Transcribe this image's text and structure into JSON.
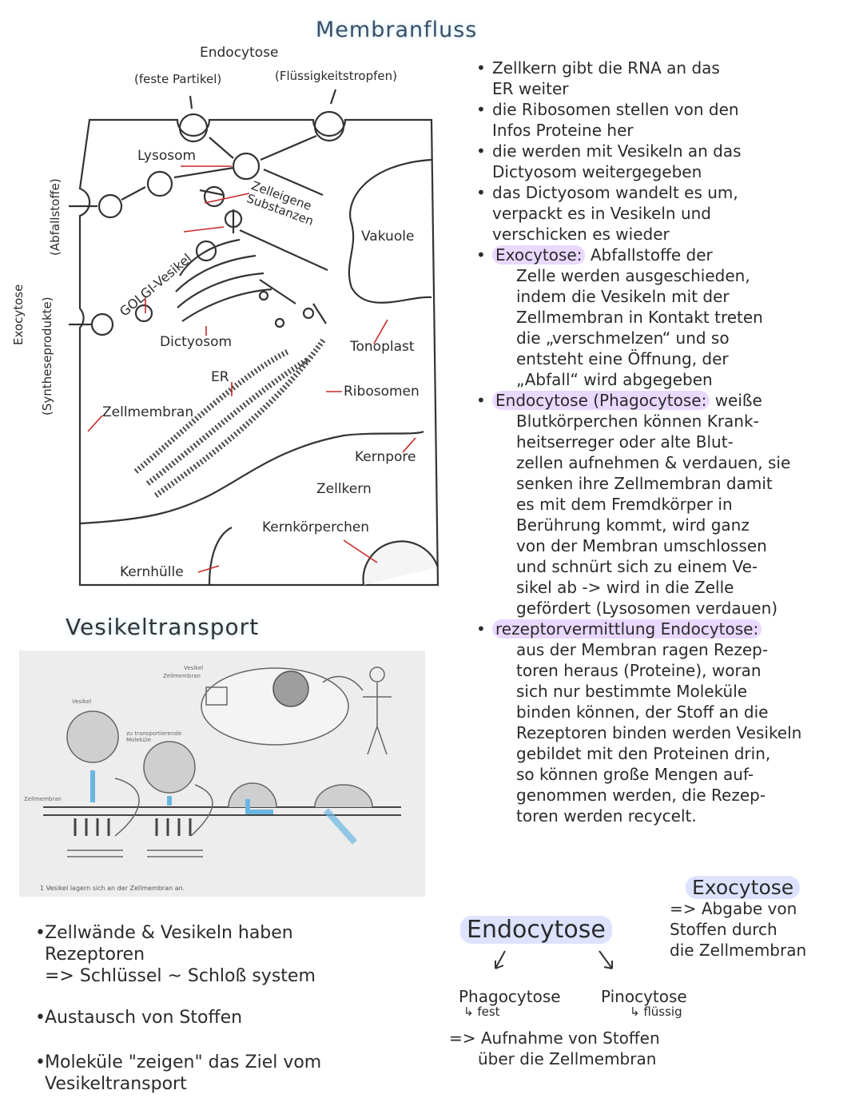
{
  "diagram": {
    "title": "Membranfluss",
    "labels": {
      "endocytose": "Endocytose",
      "feste": "(feste Partikel)",
      "fluessig": "(Flüssigkeitstropfen)",
      "lysosom": "Lysosom",
      "zelleigene": "Zelleigene\nSubstanzen",
      "vakuole": "Vakuole",
      "golgi": "GOLGI-Vesikel",
      "dictyosom": "Dictyosom",
      "tonoplast": "Tonoplast",
      "er": "ER",
      "ribosomen": "Ribosomen",
      "zellmembran": "Zellmembran",
      "kernpore": "Kernpore",
      "zellkern": "Zellkern",
      "kernkoerperchen": "Kernkörperchen",
      "kernhuelle": "Kernhülle",
      "abfallstoffe": "(Abfallstoffe)",
      "syntheseprodukte": "(Syntheseprodukte)",
      "exocytose": "Exocytose"
    }
  },
  "notes": [
    {
      "lines": [
        "Zellkern gibt die RNA an das",
        "ER weiter"
      ]
    },
    {
      "lines": [
        "die Ribosomen stellen von den",
        "Infos Proteine her"
      ]
    },
    {
      "lines": [
        "die werden mit Vesikeln an das",
        "Dictyosom weitergegeben"
      ]
    },
    {
      "lines": [
        "das Dictyosom wandelt es um,",
        "verpackt es in Vesikeln und",
        "verschicken es wieder"
      ]
    },
    {
      "term": "Exocytose:",
      "lines": [
        "Abfallstoffe der",
        "Zelle werden ausgeschieden,",
        "indem die Vesikeln mit der",
        "Zellmembran in Kontakt treten",
        "die „verschmelzen“ und so",
        "entsteht eine Öffnung, der",
        "„Abfall“ wird abgegeben"
      ]
    },
    {
      "term": "Endocytose (Phagocytose:",
      "lines": [
        "weiße",
        "Blutkörperchen können Krank-",
        "heitserreger oder alte Blut-",
        "zellen aufnehmen & verdauen, sie",
        "senken ihre Zellmembran damit",
        "es mit dem Fremdkörper in",
        "Berührung kommt, wird ganz",
        "von der Membran umschlossen",
        "und schnürt sich zu einem Ve-",
        "sikel ab -> wird in die Zelle",
        "gefördert (Lysosomen verdauen)"
      ]
    },
    {
      "term": "rezeptorvermittlung Endocytose:",
      "lines": [
        "aus der Membran ragen Rezep-",
        "toren heraus (Proteine), woran",
        "sich nur bestimmte Moleküle",
        "binden können, der Stoff an die",
        "Rezeptoren binden werden Vesikeln",
        "gebildet mit den Proteinen drin,",
        "so können große Mengen auf-",
        "genommen werden, die Rezep-",
        "toren werden recycelt."
      ]
    }
  ],
  "vesikeltransport": {
    "title": "Vesikeltransport",
    "photo": {
      "vesikel": "Vesikel",
      "zellmembran_top": "Zellmembran",
      "vesikel_left": "Vesikel",
      "zu_transportierende": "zu transportierende Moleküle",
      "zellmembran_left": "Zellmembran",
      "caption": "1 Vesikel lagern sich an der Zellmembran an."
    }
  },
  "bullets": [
    {
      "lines": [
        "Zellwände & Vesikeln haben",
        "Rezeptoren",
        "=> Schlüssel ~ Schloß system"
      ]
    },
    {
      "lines": [
        "Austausch von Stoffen"
      ]
    },
    {
      "lines": [
        "Moleküle \"zeigen\" das Ziel vom",
        "Vesikeltransport"
      ]
    }
  ],
  "summary": {
    "endocytose": "Endocytose",
    "phagocytose": "Phagocytose",
    "phago_sub": "↳ fest",
    "pinocytose": "Pinocytose",
    "pino_sub": "↳ flüssig",
    "aufnahme": "=> Aufnahme von Stoffen",
    "aufnahme2": "über die Zellmembran",
    "exocytose": "Exocytose",
    "exo_lines": [
      "=> Abgabe von",
      "Stoffen durch",
      "die Zellmembran"
    ]
  }
}
